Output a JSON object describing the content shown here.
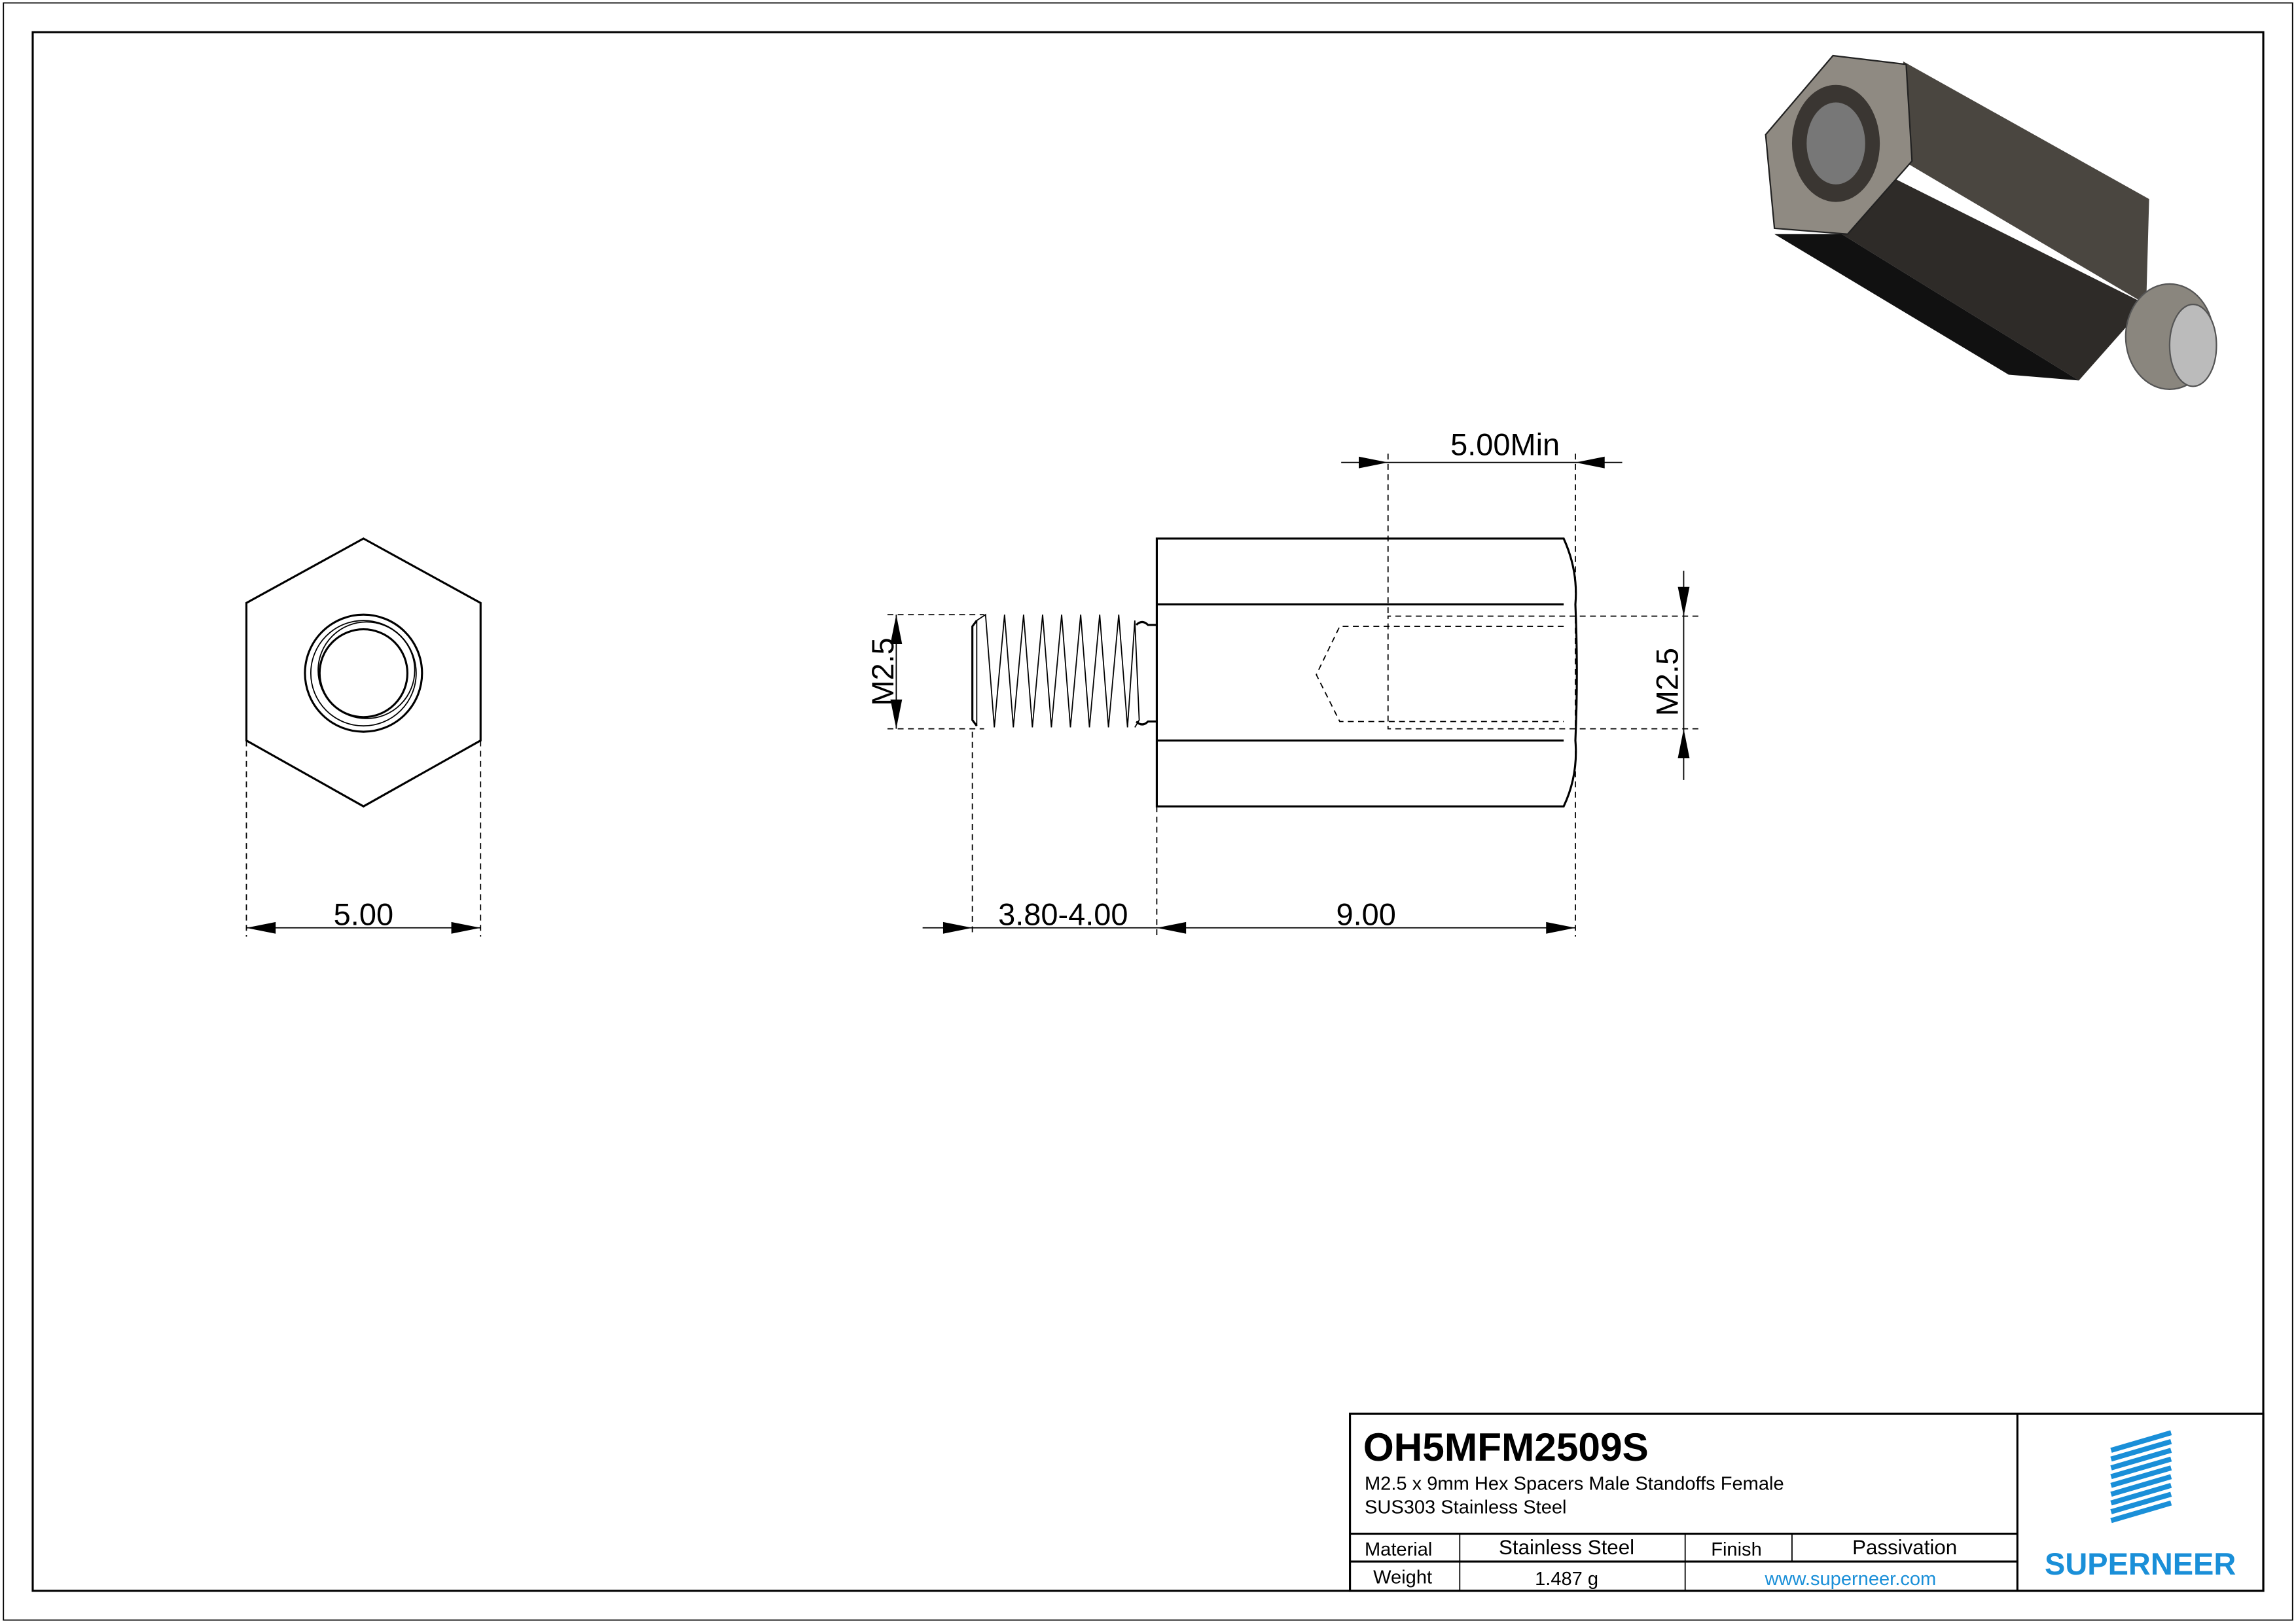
{
  "drawing": {
    "part_number": "OH5MFM2509S",
    "description": "M2.5 x 9mm Hex Spacers Male Standoffs Female",
    "material_spec": "SUS303 Stainless Steel",
    "material_label": "Material",
    "material_value": "Stainless Steel",
    "finish_label": "Finish",
    "finish_value": "Passivation",
    "weight_label": "Weight",
    "weight_value": "1.487 g",
    "website": "www.superneer.com",
    "brand": "SUPERNEER",
    "brand_color": "#1a8fd8"
  },
  "dimensions": {
    "hex_width": "5.00",
    "thread_length": "3.80-4.00",
    "body_length": "9.00",
    "thread_depth": "5.00Min",
    "male_thread": "M2.5",
    "female_thread": "M2.5"
  }
}
